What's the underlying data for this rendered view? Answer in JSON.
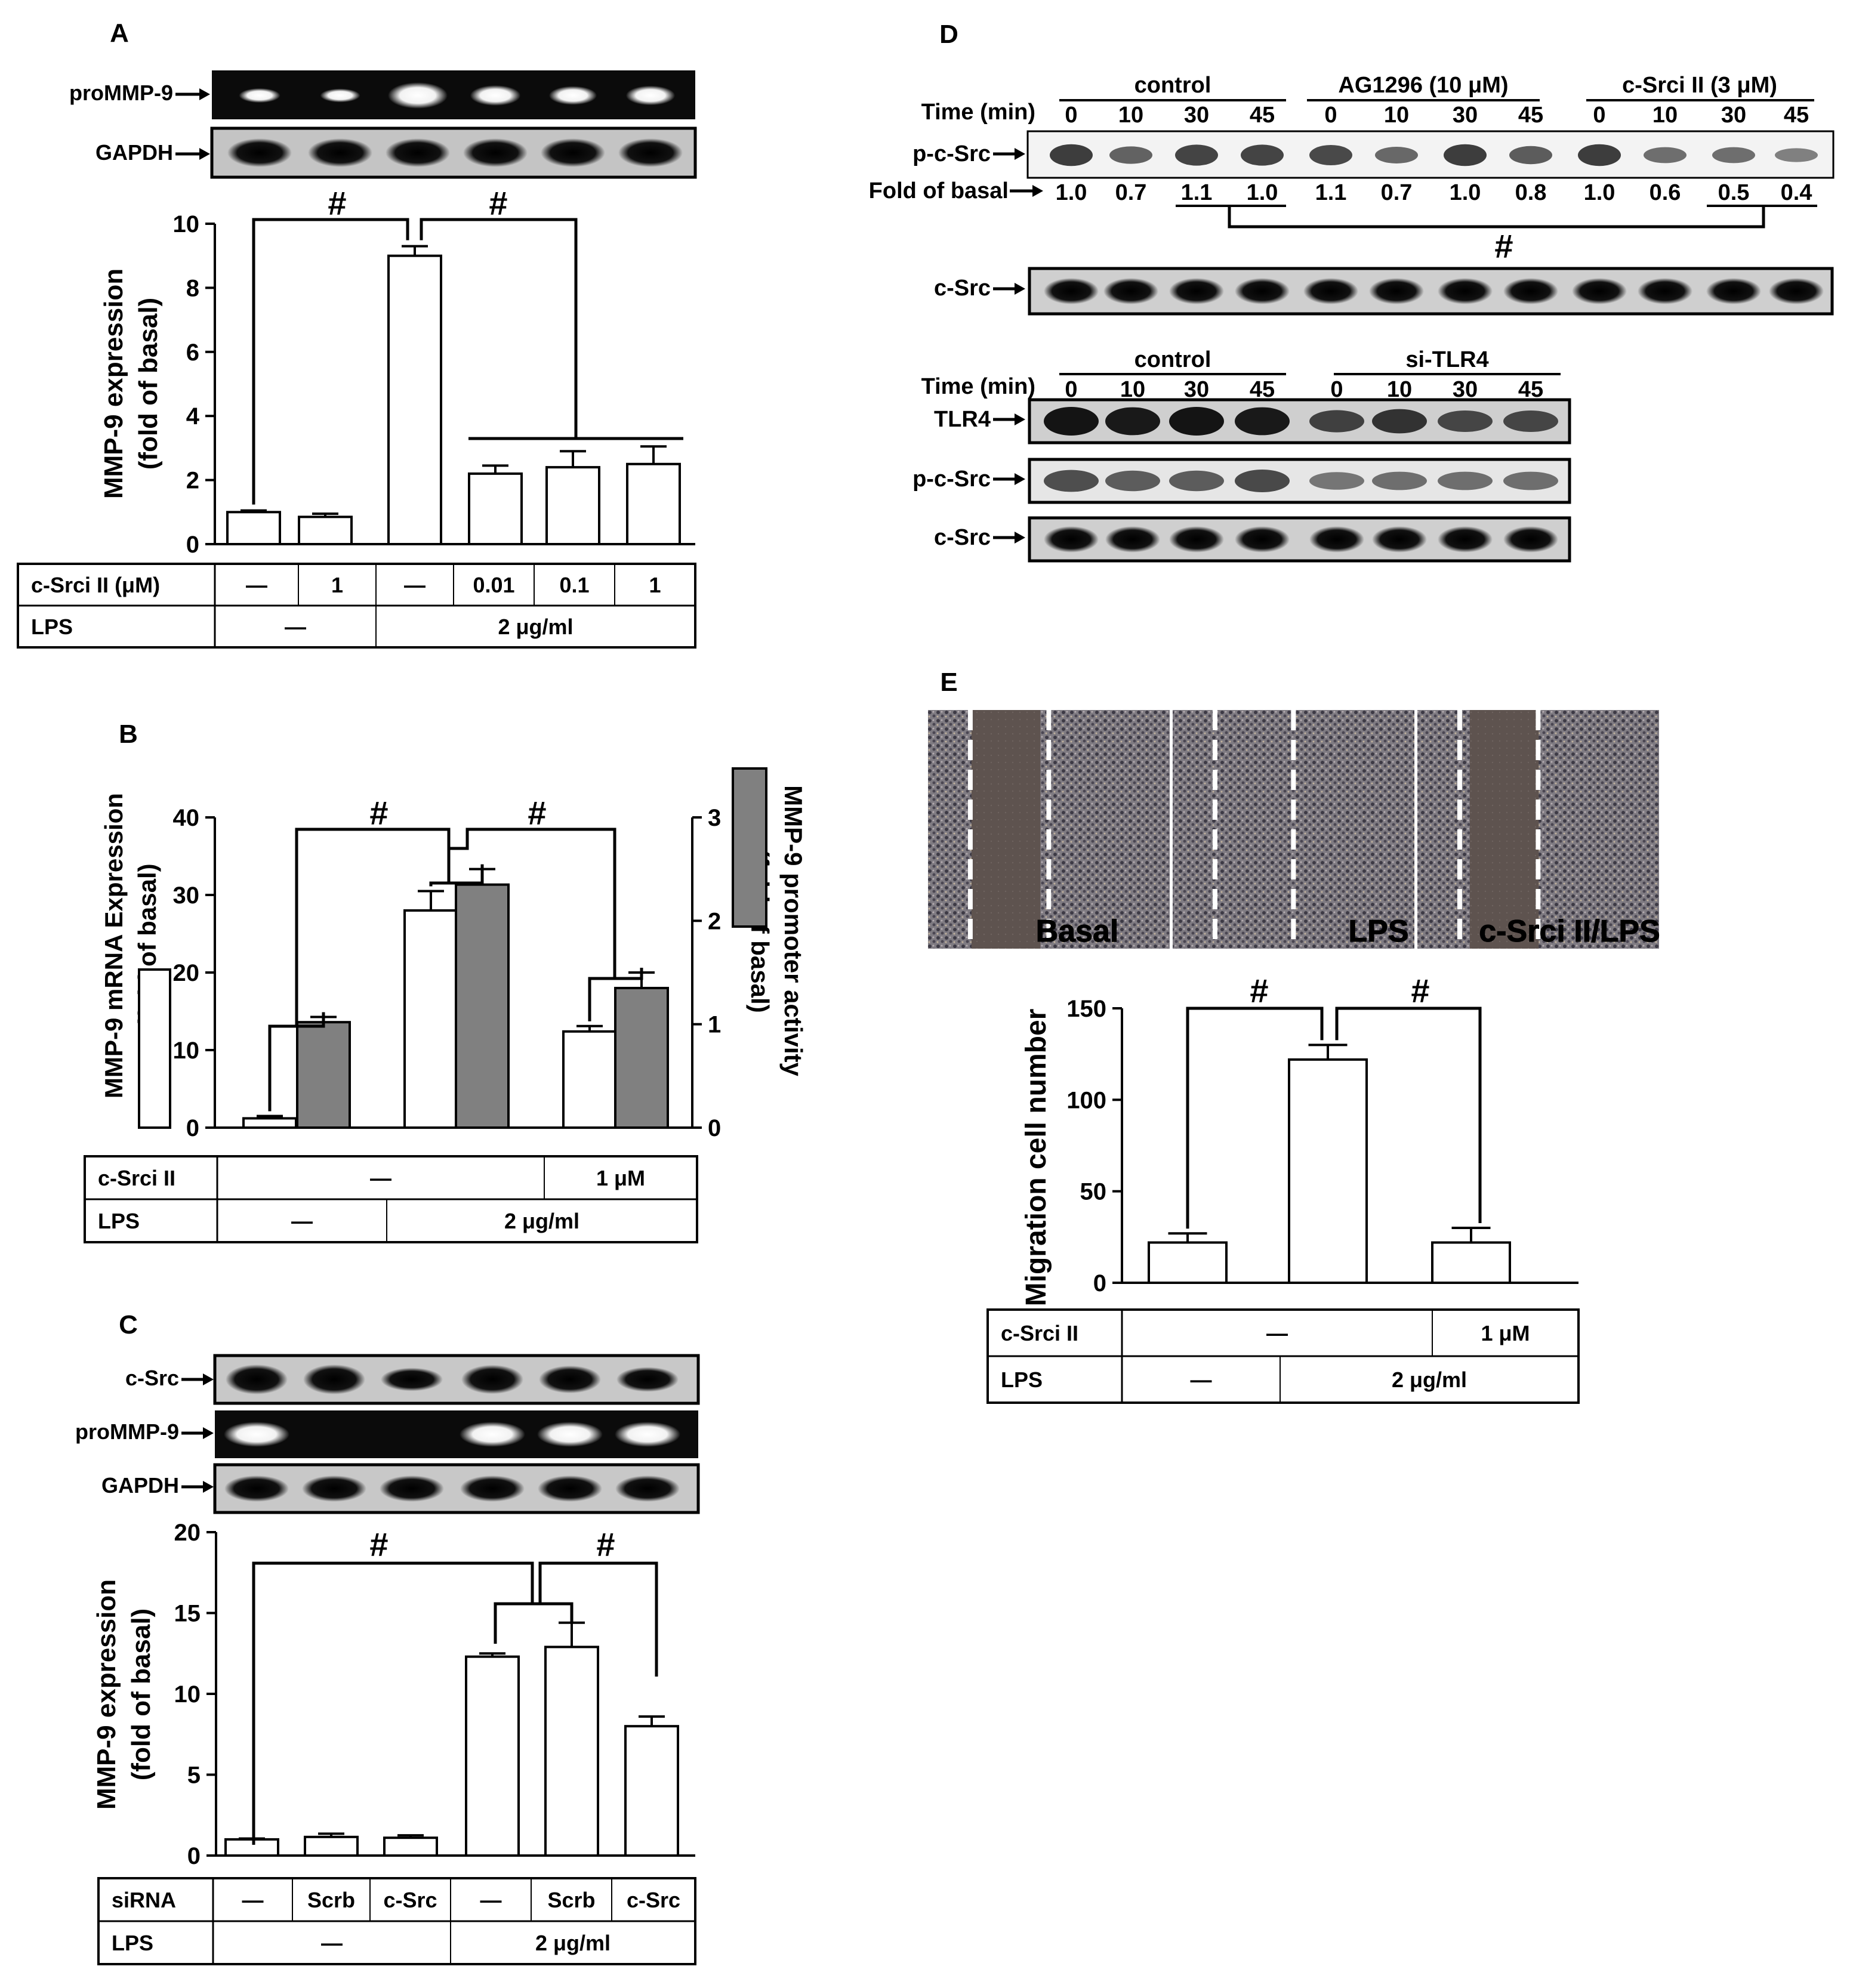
{
  "chart_data": [
    {
      "panel": "A",
      "type": "bar",
      "ylabel_lines": [
        "MMP-9 expression",
        "(fold of basal)"
      ],
      "ylim": [
        0,
        10
      ],
      "yticks": [
        0,
        2,
        4,
        6,
        8,
        10
      ],
      "values": [
        1.0,
        0.85,
        9.0,
        2.2,
        2.4,
        2.5
      ],
      "errors": [
        0.05,
        0.1,
        0.3,
        0.25,
        0.5,
        0.55
      ],
      "blot_labels": [
        "proMMP-9",
        "GAPDH"
      ],
      "significance": [
        "#",
        "#"
      ],
      "treatment_rows": [
        {
          "label": "c-Srci II  (μM)",
          "cells": [
            "—",
            "1",
            "—",
            "0.01",
            "0.1",
            "1"
          ]
        },
        {
          "label": "LPS",
          "cells": [
            "—",
            "2 μg/ml"
          ]
        }
      ]
    },
    {
      "panel": "B",
      "type": "bar",
      "ylabel_lines": [
        "MMP-9 mRNA Expression",
        "(fold of basal)"
      ],
      "ylabel2_lines": [
        "MMP-9 promoter activity",
        "(fold of basal)"
      ],
      "ylim": [
        0,
        40
      ],
      "yticks": [
        0,
        10,
        20,
        30,
        40
      ],
      "ylim2": [
        0,
        3
      ],
      "yticks2": [
        0,
        1,
        2,
        3
      ],
      "series": [
        {
          "values": [
            1.2,
            28.0,
            12.4
          ],
          "errors": [
            0.3,
            2.5,
            0.7
          ]
        },
        {
          "values": [
            1.02,
            2.35,
            1.35
          ],
          "errors": [
            0.05,
            0.15,
            0.15
          ]
        }
      ],
      "significance": [
        "#",
        "#"
      ],
      "treatment_rows": [
        {
          "label": "c-Srci II",
          "cells": [
            "—",
            "1 μM"
          ]
        },
        {
          "label": "LPS",
          "cells": [
            "—",
            "2 μg/ml"
          ]
        }
      ]
    },
    {
      "panel": "C",
      "type": "bar",
      "ylabel_lines": [
        "MMP-9 expression",
        "(fold of basal)"
      ],
      "ylim": [
        0,
        20
      ],
      "yticks": [
        0,
        5,
        10,
        15,
        20
      ],
      "values": [
        1.0,
        1.15,
        1.1,
        12.3,
        12.9,
        8.0
      ],
      "errors": [
        0.05,
        0.2,
        0.15,
        0.2,
        1.5,
        0.6
      ],
      "blot_labels": [
        "c-Src",
        "proMMP-9",
        "GAPDH"
      ],
      "significance": [
        "#",
        "#"
      ],
      "treatment_rows": [
        {
          "label": "siRNA",
          "cells": [
            "—",
            "Scrb",
            "c-Src",
            "—",
            "Scrb",
            "c-Src"
          ]
        },
        {
          "label": "LPS",
          "cells": [
            "—",
            "2 μg/ml"
          ]
        }
      ]
    },
    {
      "panel": "D",
      "type": "table",
      "time_label": "Time (min)",
      "groups": [
        "control",
        "AG1296 (10 μM)",
        "c-Srci II (3 μM)"
      ],
      "times": [
        "0",
        "10",
        "30",
        "45"
      ],
      "blot_labels": [
        "p-c-Src",
        "c-Src"
      ],
      "fold_label": "Fold of basal",
      "fold_values": [
        "1.0",
        "0.7",
        "1.1",
        "1.0",
        "1.1",
        "0.7",
        "1.0",
        "0.8",
        "1.0",
        "0.6",
        "0.5",
        "0.4"
      ],
      "significance": "#",
      "groups2": [
        "control",
        "si-TLR4"
      ],
      "blot_labels2": [
        "TLR4",
        "p-c-Src",
        "c-Src"
      ]
    },
    {
      "panel": "E",
      "type": "bar",
      "image_labels": [
        "Basal",
        "LPS",
        "c-Srci II/LPS"
      ],
      "ylabel": "Migration cell number",
      "ylim": [
        0,
        150
      ],
      "yticks": [
        0,
        50,
        100,
        150
      ],
      "values": [
        22,
        122,
        22
      ],
      "errors": [
        5,
        8,
        8
      ],
      "significance": [
        "#",
        "#"
      ],
      "treatment_rows": [
        {
          "label": "c-Srci II",
          "cells": [
            "—",
            "1 μM"
          ]
        },
        {
          "label": "LPS",
          "cells": [
            "—",
            "2 μg/ml"
          ]
        }
      ]
    }
  ]
}
